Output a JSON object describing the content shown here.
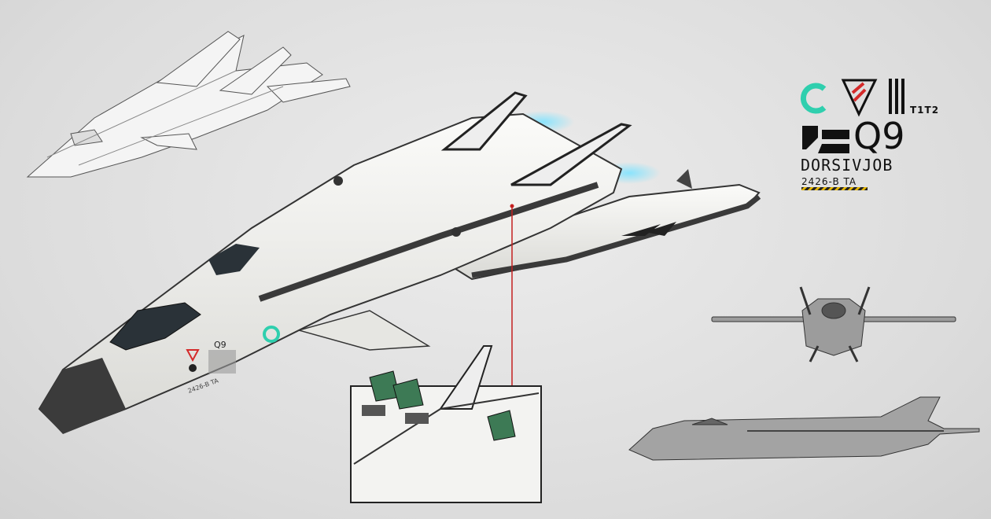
{
  "insignia": {
    "mark_suffix": "T1T2",
    "model": "Q9",
    "name": "DORSIVJOB",
    "serial": "2426-B TA"
  },
  "hull_markings": {
    "model": "Q9",
    "serial": "2426-B TA"
  },
  "colors": {
    "teal": "#2fcfae",
    "red": "#d42a2a",
    "hull": "#f2f2ef",
    "dark": "#2b2b2b"
  }
}
